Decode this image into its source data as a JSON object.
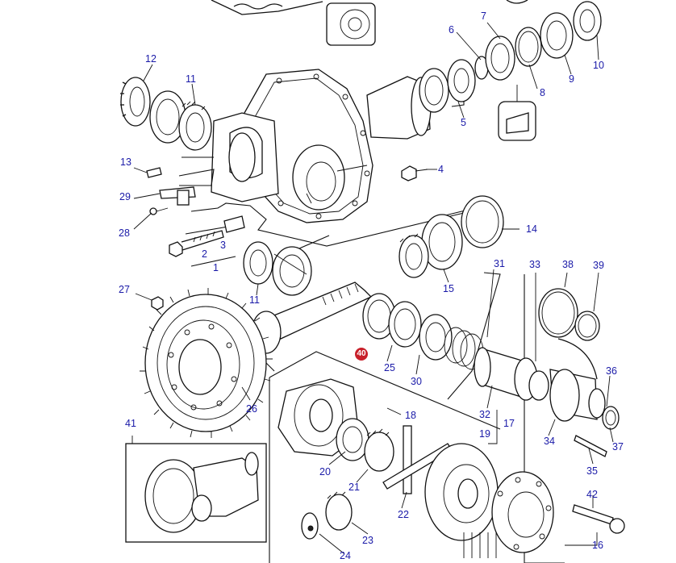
{
  "diagram": {
    "labels": {
      "p1": "1",
      "p2": "2",
      "p3": "3",
      "p4": "4",
      "p5": "5",
      "p6": "6",
      "p7": "7",
      "p8": "8",
      "p9": "9",
      "p10": "10",
      "p11a": "11",
      "p11b": "11",
      "p12": "12",
      "p13": "13",
      "p14": "14",
      "p15": "15",
      "p16": "16",
      "p17": "17",
      "p18": "18",
      "p19": "19",
      "p20": "20",
      "p21": "21",
      "p22": "22",
      "p23": "23",
      "p24": "24",
      "p25": "25",
      "p26": "26",
      "p27": "27",
      "p28": "28",
      "p29": "29",
      "p30": "30",
      "p31": "31",
      "p32": "32",
      "p33": "33",
      "p34": "34",
      "p35": "35",
      "p36": "36",
      "p37": "37",
      "p38": "38",
      "p39": "39",
      "p41": "41",
      "p42": "42"
    },
    "highlighted": {
      "label": "40",
      "color": "#c8202a"
    },
    "line_color": "#111111",
    "label_color": "#1a1aa8"
  }
}
